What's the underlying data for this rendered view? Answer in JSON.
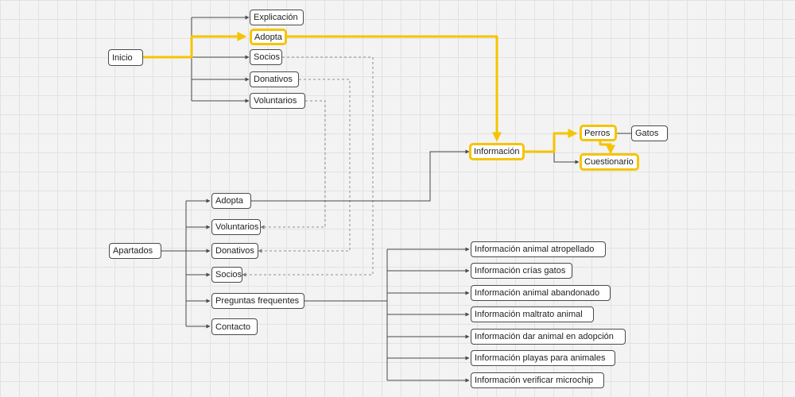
{
  "colors": {
    "line": "#4a4a4a",
    "dashed": "#9a9a9a",
    "highlight": "#f5c400"
  },
  "nodes": {
    "inicio": "Inicio",
    "explicacion": "Explicación",
    "adopta_top": "Adopta",
    "socios_top": "Socios",
    "donativos_top": "Donativos",
    "voluntarios_top": "Voluntarios",
    "informacion": "Información",
    "perros": "Perros",
    "gatos": "Gatos",
    "cuestionario": "Cuestionario",
    "apartados": "Apartados",
    "adopta": "Adopta",
    "voluntarios": "Voluntarios",
    "donativos": "Donativos",
    "socios": "Socios",
    "preguntas": "Preguntas frequentes",
    "contacto": "Contacto",
    "faq_atropellado": "Información animal atropellado",
    "faq_crias": "Información crías gatos",
    "faq_abandonado": "Información animal abandonado",
    "faq_maltrato": "Información maltrato animal",
    "faq_adopcion": "Información dar animal en adopción",
    "faq_playas": "Información playas para animales",
    "faq_microchip": "Información verificar microchip"
  }
}
